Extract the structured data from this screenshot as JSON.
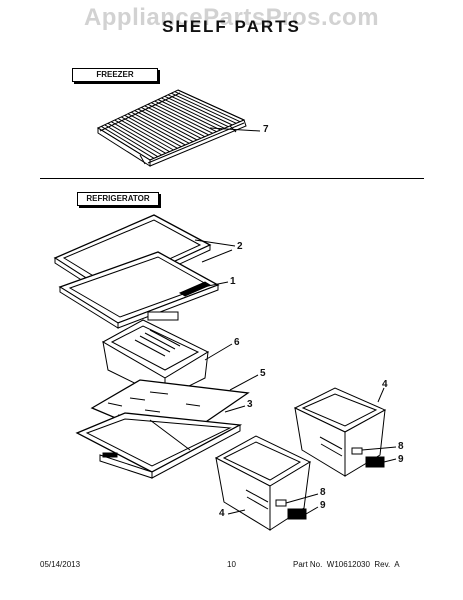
{
  "watermark": "AppliancePartsPros.com",
  "title": "SHELF PARTS",
  "sections": {
    "freezer": "FREEZER",
    "refrigerator": "REFRIGERATOR"
  },
  "callouts": [
    {
      "id": "c7",
      "label": "7"
    },
    {
      "id": "c2",
      "label": "2"
    },
    {
      "id": "c1",
      "label": "1"
    },
    {
      "id": "c6",
      "label": "6"
    },
    {
      "id": "c5",
      "label": "5"
    },
    {
      "id": "c3",
      "label": "3"
    },
    {
      "id": "c4a",
      "label": "4"
    },
    {
      "id": "c8a",
      "label": "8"
    },
    {
      "id": "c9a",
      "label": "9"
    },
    {
      "id": "c8b",
      "label": "8"
    },
    {
      "id": "c9b",
      "label": "9"
    },
    {
      "id": "c4b",
      "label": "4"
    }
  ],
  "footer": {
    "date": "05/14/2013",
    "page": "10",
    "part_no": "Part No.  W10612030  Rev.  A"
  }
}
